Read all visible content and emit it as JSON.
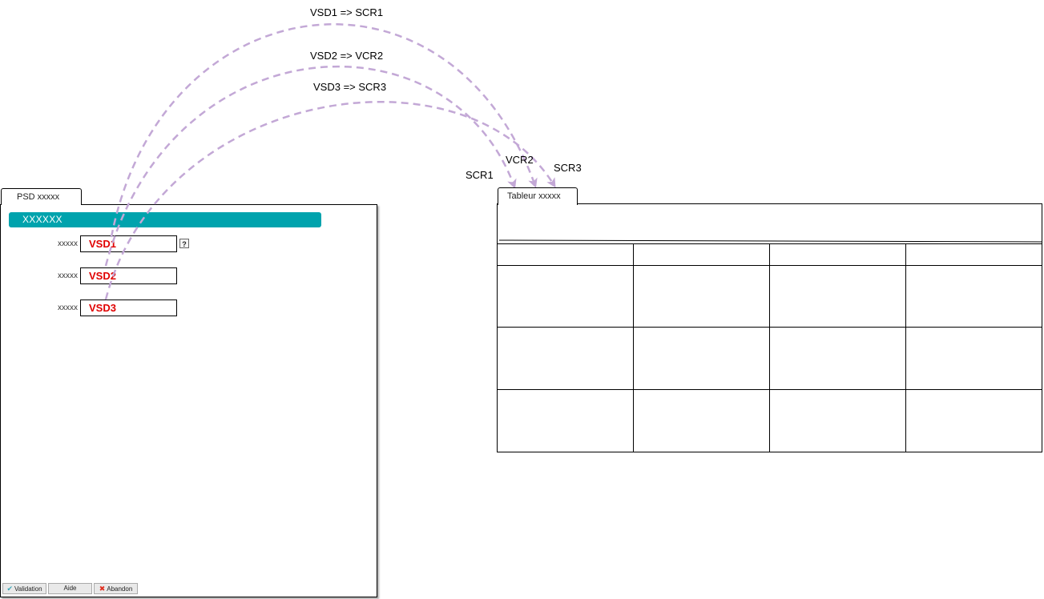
{
  "colors": {
    "header_bar": "#00a3ad",
    "field_value": "#e00000",
    "arrow": "#c3a8d6",
    "check_icon": "#3aa8b8",
    "cross_icon": "#e03020"
  },
  "left_panel": {
    "tab_title": "PSD xxxxx",
    "header": "XXXXXX",
    "fields": [
      {
        "label": "xxxxx",
        "value": "VSD1"
      },
      {
        "label": "xxxxx",
        "value": "VSD2"
      },
      {
        "label": "xxxxx",
        "value": "VSD3"
      }
    ],
    "help_label": "?",
    "buttons": {
      "validation": "Validation",
      "aide": "Aide",
      "abandon": "Abandon"
    },
    "icons": {
      "validation": "check-icon",
      "abandon": "cross-icon"
    }
  },
  "right_panel": {
    "tab_title": "Tableur xxxxx"
  },
  "mappings": [
    {
      "label": "VSD1 => SCR1",
      "target": "SCR1"
    },
    {
      "label": "VSD2 => VCR2",
      "target": "VCR2"
    },
    {
      "label": "VSD3 => SCR3",
      "target": "SCR3"
    }
  ]
}
